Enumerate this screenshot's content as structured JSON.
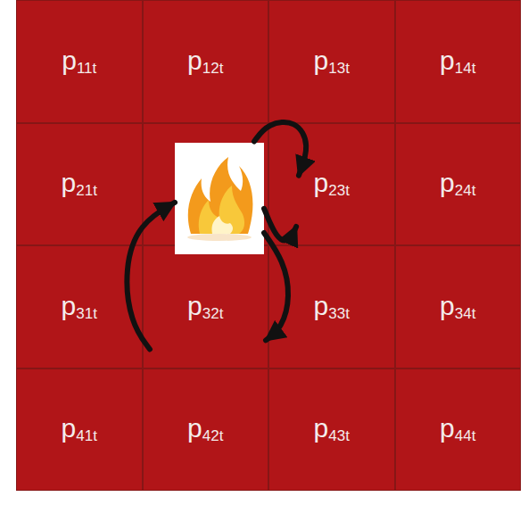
{
  "diagram": {
    "nodes": [
      {
        "text": [
          "p11t"
        ]
      },
      {
        "text": [
          "p12t"
        ]
      },
      {
        "text": [
          "p13t"
        ]
      },
      {
        "text": [
          "p14t"
        ]
      },
      {
        "text": [
          "p21t"
        ]
      },
      {
        "text": []
      },
      {
        "text": [
          "p23t"
        ]
      },
      {
        "text": [
          "p24t"
        ]
      },
      {
        "text": [
          "p31t"
        ]
      },
      {
        "text": [
          "p32t"
        ]
      },
      {
        "text": [
          "p33t"
        ]
      },
      {
        "text": [
          "p34t"
        ]
      },
      {
        "text": [
          "p41t"
        ]
      },
      {
        "text": [
          "p42t"
        ]
      },
      {
        "text": [
          "p43t"
        ]
      },
      {
        "text": [
          "p44t"
        ]
      }
    ],
    "edges": [
      {
        "from": 5,
        "to": 6,
        "arrow": "to"
      },
      {
        "from": 5,
        "to": 6,
        "arrow": "to"
      },
      {
        "from": 5,
        "to": 9,
        "arrow": "to"
      },
      {
        "from": 9,
        "to": 5,
        "arrow": "to"
      }
    ]
  }
}
